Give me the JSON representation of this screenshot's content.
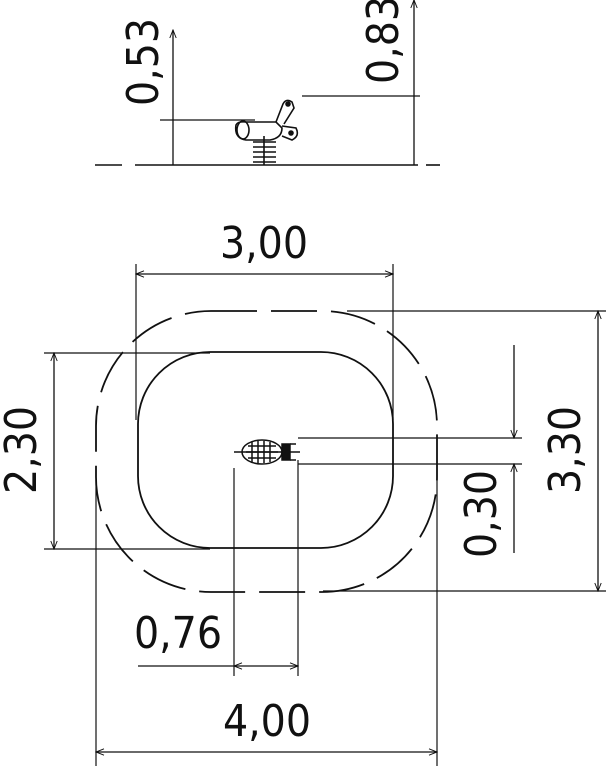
{
  "dimensions": {
    "side_height_seat": "0,53",
    "side_height_total": "0,83",
    "inner_width": "3,00",
    "inner_height": "2,30",
    "outer_height": "3,30",
    "offset_vertical": "0,30",
    "offset_horizontal": "0,76",
    "outer_width": "4,00"
  }
}
